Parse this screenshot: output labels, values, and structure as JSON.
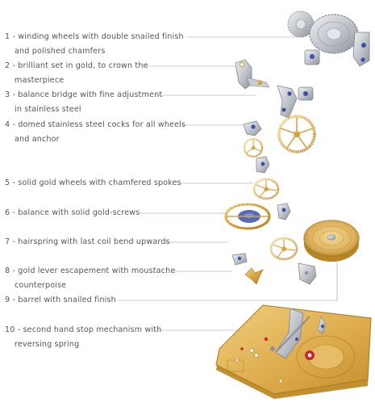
{
  "callouts": [
    {
      "number": "1",
      "lines": [
        "winding wheels with double snailed finish",
        "and polished chamfers"
      ]
    },
    {
      "number": "2",
      "lines": [
        "brilliant set in gold, to crown the",
        "masterpiece"
      ]
    },
    {
      "number": "3",
      "lines": [
        "balance bridge with fine adjustment",
        "in stainless steel"
      ]
    },
    {
      "number": "4",
      "lines": [
        "domed stainless steel cocks for all wheels",
        "and anchor"
      ]
    },
    {
      "number": "5",
      "lines": [
        "solid gold wheels with chamfered spokes"
      ]
    },
    {
      "number": "6",
      "lines": [
        "balance with solid gold-screws"
      ]
    },
    {
      "number": "7",
      "lines": [
        "hairspring with last coil bend upwards"
      ]
    },
    {
      "number": "8",
      "lines": [
        "gold lever escapement with moustache",
        "counterpoise"
      ]
    },
    {
      "number": "9",
      "lines": [
        "barrel with snailed finish"
      ]
    },
    {
      "number": "10",
      "lines": [
        "second hand stop mechanism with",
        "reversing spring"
      ]
    }
  ],
  "colors": {
    "text": "#555555",
    "leader": "#9a9a9a",
    "gold": "#d9a441",
    "gold_light": "#f0cf7e",
    "gold_dark": "#a9781f",
    "steel": "#c9ccd1",
    "steel_dark": "#8a8f98",
    "jewel": "#3b4fa8"
  }
}
